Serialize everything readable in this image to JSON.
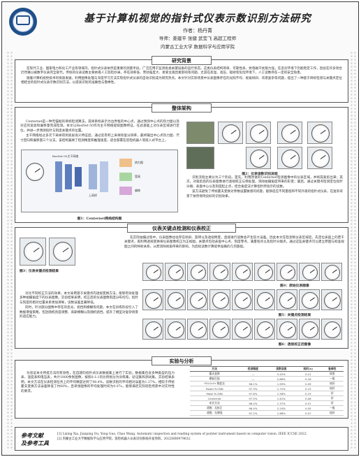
{
  "header": {
    "title": "基于计算机视觉的指针式仪表示数识别方法研究",
    "authors": "作者：杨丹菁",
    "advisors": "导师：姜建平 张健  武莹飞 高超工程师",
    "affiliation": "内蒙古工业大学  数据科学与应用学院",
    "logo_year": "1951"
  },
  "sections": {
    "background": {
      "heading": "研究背景",
      "body": [
        "在现代工业、国家电力和化工产业等领域内，指针式仪表依然是重要的测量手段，广泛应用于监测各类关键设备的运行状态。这类仪表结构简单、可靠性高、抗电磁干扰能力强，在恶劣环境下仍能稳定工作，因此在许多场合仍然难以被数字仪表完全取代。传统的仪表读数主要依靠人工巡检抄录，存在效率低、劳动强度大、易受主观因素影响等问题，尤其在高温、高压、辐射等危险环境下，人工读数存在一定的安全隐患。",
        "随着计算机视觉技术的快速发展，利用图像处理与深度学习方法实现指针式仪表的自动识别成为研究热点。本文针对实际场景中仪表图像存在的光照不均、视角倾斜、背景复杂等问题，提出了一种基于目标检测与关键点定位相结合的指针式仪表示数识别方法，以提高识别的准确性与鲁棒性。"
      ]
    },
    "framework": {
      "heading": "整体架构",
      "left_body": [
        "Centernet是一种无锚框的目标检测算法，其将目标表示为边界框的中心点，通过预测中心点的热力图以及对应的宽高和偏移量完成检测。本文以ResNet-50作为主干网络提取图像特征，在此基础上对仪表区域进行定位，并进一步预测指针与刻度关键点的位置。",
        "主干网络经过多次下采样得到高层语义特征后，通过反卷积上采样恢复分辨率，最终输出中心点热力图、尺寸回归和偏移量三个分支。该结构兼顾了检测精度和推理速度，适合部署在巡检机器人等嵌入式平台上。"
      ],
      "fig_net_caption": "图1：Centernet网络结构图",
      "fig_flow_caption": "图2：仪表读数识别流程",
      "right_body": [
        "识别流程主要分为三个阶段。首先，利用改进的Centernet检测图像中的仪表区域，并将其裁剪出来；其次，对裁剪后的仪表图像进行透视校正与预处理，消除拍摄角度带来的形变；最后，通过关键点检测定位指针尖端、表盘中心以及刻度起止点，结合角度法计算指针所指示的读数。",
        "该方法避免了传统霍夫变换对参数设置敏感的问题，能够适应不同量程和不同外观的指针式仪表，在复杂背景下依然保持良好的识别效果。"
      ],
      "net_labels": [
        "ResNet-50主干网络",
        "上采样",
        "热力图",
        "宽高",
        "偏移"
      ]
    },
    "detection": {
      "heading": "仪表关键点检测和仪表校正",
      "top_body": [
        "在实际拍摄过程中，仪表图像往往存在倾斜、旋转以及透视畸变，直接进行读数会产生较大误差。因此本文在检测到仪表区域后，先定位表盘上的若干关键点，再利用透视变换将仪表图像校正为正视图。关键点包括表盘中心点、刻度零点、满量程点以及指针尖端点。通过这些关键点可以建立原图与标准视图之间的映射关系，从而消除视角带来的影响，为后续读数计算提供准确的几何基础。"
      ],
      "fig_a_caption": "图3：仪表关键点检测结果",
      "bottom_body": [
        "对比不同校正方法的效果，本文采用基于关键点的透视变换方法，能够有效处理多种拍摄角度下的仪表图像。实验结果表明，校正后的仪表图像刻度分布均匀，指针与刻度的相对位置关系更加清晰，读数误差显著降低。",
        "同时，针对部分图像中存在的反光、遮挡和模糊等问题，本文在训练阶段引入了数据增强策略，包括随机亮度调整、高斯模糊以及随机遮挡，提升了模型对复杂场景的适应能力。"
      ],
      "grid_captions": [
        "图4：原始仪表图像",
        "图5：关键点检测结果",
        "图6：透视校正后图像"
      ]
    },
    "results": {
      "heading": "实验与分析",
      "body": [
        "为验证本文所提方法的有效性，在自建的指针式仪表数据集上进行了实验。数据集包含多种类型的压力表、温度表和电压表，共计1800余张图像，按照8:1:1的比例划分为训练集、验证集和测试集。实验结果表明，本文方法在仪表检测任务上的平均精度达到了98.4%，读数识别的平均相对误差为1.37%，相较于传统霍夫变换方法误差降低了约60%，且单张图像的平均处理时间为0.07s，能够满足实际巡检场景中对实时性的要求。"
      ],
      "table": {
        "headers": [
          "方法",
          "检测精度",
          "读数误差",
          "耗时(s)",
          "鲁棒性"
        ],
        "rows": [
          [
            "霍夫变换",
            "—",
            "3.42%",
            "0.21",
            "较差"
          ],
          [
            "模板匹配",
            "—",
            "2.86%",
            "0.18",
            "一般"
          ],
          [
            "YOLOv3+角度法",
            "96.1%",
            "1.95%",
            "0.09",
            "较好"
          ],
          [
            "Faster R-CNN",
            "97.3%",
            "1.72%",
            "0.15",
            "较好"
          ],
          [
            "Mask R-CNN",
            "97.8%",
            "1.58%",
            "0.19",
            "好"
          ],
          [
            "Centernet",
            "97.5%",
            "1.61%",
            "0.06",
            "好"
          ],
          [
            "本文方法",
            "98.4%",
            "1.37%",
            "0.07",
            "好"
          ],
          [
            "消融：无校正",
            "98.4%",
            "2.24%",
            "0.05",
            "一般"
          ],
          [
            "消融：无增强",
            "97.2%",
            "1.66%",
            "0.07",
            "较好"
          ]
        ]
      }
    },
    "references": {
      "heading_line1": "参考文献",
      "heading_line2": "及参考工具",
      "items": [
        "[1] Lixing Xia, Jianping Ou, Yong Guo, Chao Wang. Automatic inspection and reading system of pointer instrument based on computer vision. IEEE ICCSE 2022.",
        "[2] 内蒙古工业大学数据科学与应用学院，巡检机器人仪表识别系统开发项目，2022HB0979632."
      ]
    }
  }
}
